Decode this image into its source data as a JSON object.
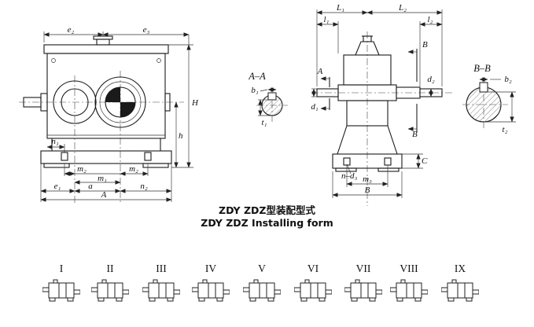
{
  "caption": {
    "line1": "ZDY ZDZ型装配型式",
    "line2": "ZDY ZDZ Installing form"
  },
  "front_view": {
    "e2": "e₂",
    "e3": "e₃",
    "H": "H",
    "h": "h",
    "n1": "n₁",
    "m2_left": "m₂",
    "m2_right": "m₂",
    "m1": "m₁",
    "e1": "e₁",
    "a": "a",
    "n2": "n₂",
    "A": "A"
  },
  "section_aa": {
    "title": "A–A",
    "b1": "b₁",
    "t1": "t₁"
  },
  "side_view": {
    "L1": "L₁",
    "L2": "L₂",
    "l1": "l₁",
    "l2": "l₂",
    "A_plane": "A",
    "B_plane_top": "B",
    "B_plane_bottom": "B",
    "d1": "d₁",
    "d2": "d₂",
    "C": "C",
    "n_d3": "n–d₃",
    "m3": "m₃",
    "B_base": "B"
  },
  "section_bb": {
    "title": "B–B",
    "b2": "b₂",
    "t2": "t₂"
  },
  "variants": [
    {
      "label": "I"
    },
    {
      "label": "II"
    },
    {
      "label": "III"
    },
    {
      "label": "IV"
    },
    {
      "label": "V"
    },
    {
      "label": "VI"
    },
    {
      "label": "VII"
    },
    {
      "label": "VIII"
    },
    {
      "label": "IX"
    }
  ]
}
